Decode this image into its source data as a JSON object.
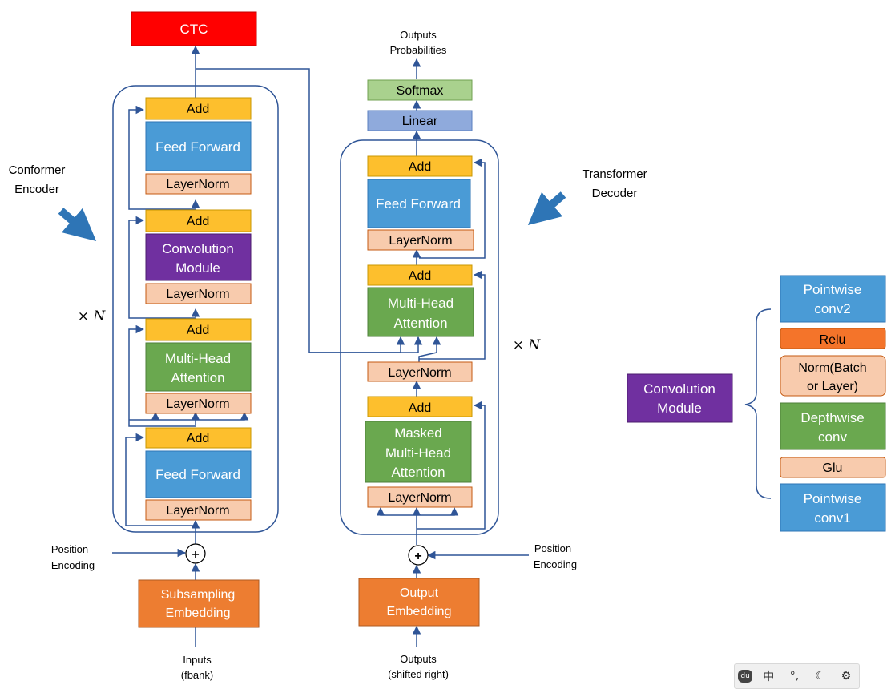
{
  "encoder": {
    "side_label": [
      "Conformer",
      "Encoder"
    ],
    "repeat_label": "× N",
    "blocks": {
      "add4": "Add",
      "ff2": "Feed Forward",
      "ln4": "LayerNorm",
      "add3": "Add",
      "conv": [
        "Convolution",
        "Module"
      ],
      "ln3": "LayerNorm",
      "add2": "Add",
      "mha": [
        "Multi-Head",
        "Attention"
      ],
      "ln2": "LayerNorm",
      "add1": "Add",
      "ff1": "Feed Forward",
      "ln1": "LayerNorm"
    },
    "position_encoding": [
      "Position",
      "Encoding"
    ],
    "plus": "+",
    "embedding": [
      "Subsampling",
      "Embedding"
    ],
    "input": [
      "Inputs",
      "(fbank)"
    ]
  },
  "ctc": "CTC",
  "decoder": {
    "side_label": [
      "Transformer",
      "Decoder"
    ],
    "repeat_label": "× N",
    "outputs": [
      "Outputs",
      "Probabilities"
    ],
    "softmax": "Softmax",
    "linear": "Linear",
    "blocks": {
      "add3": "Add",
      "ff": "Feed Forward",
      "ln3": "LayerNorm",
      "add2": "Add",
      "mha": [
        "Multi-Head",
        "Attention"
      ],
      "ln2": "LayerNorm",
      "add1": "Add",
      "masked_mha": [
        "Masked",
        "Multi-Head",
        "Attention"
      ],
      "ln1": "LayerNorm"
    },
    "position_encoding": [
      "Position",
      "Encoding"
    ],
    "plus": "+",
    "embedding": [
      "Output",
      "Embedding"
    ],
    "input": [
      "Outputs",
      "(shifted right)"
    ]
  },
  "conv_module": {
    "label": [
      "Convolution",
      "Module"
    ],
    "items": [
      [
        "Pointwise",
        "conv2"
      ],
      [
        "Relu"
      ],
      [
        "Norm(Batch",
        "or Layer)"
      ],
      [
        "Depthwise",
        "conv"
      ],
      [
        "Glu"
      ],
      [
        "Pointwise",
        "conv1"
      ]
    ]
  },
  "ime_toolbar": {
    "logo": "du",
    "lang": "中",
    "punct": "°,",
    "theme_icon": "moon-icon",
    "settings_icon": "gear-icon"
  },
  "colors": {
    "add": "#fdbf2d",
    "feed_forward": "#4a9bd6",
    "layernorm": "#f8cbad",
    "convolution": "#7030a0",
    "attention": "#6aa84f",
    "embedding": "#ed7d31",
    "ctc": "#ff0000",
    "softmax": "#a9d18e",
    "linear": "#8faadc",
    "relu": "#f4742a",
    "line": "#2f5597"
  }
}
